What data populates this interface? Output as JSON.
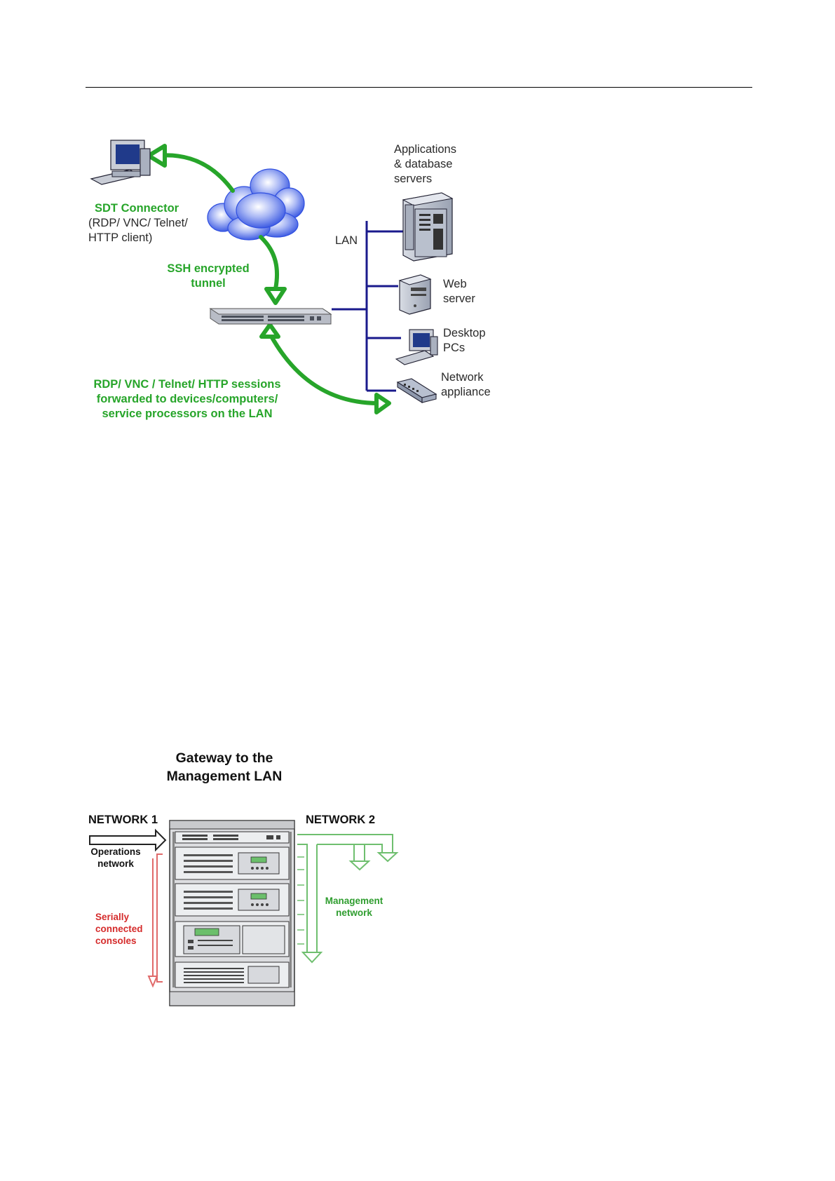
{
  "diagram1": {
    "labels": {
      "apps_servers": [
        "Applications",
        "& database",
        "servers"
      ],
      "sdt_connector_title": "SDT Connector",
      "sdt_connector_sub": [
        "(RDP/ VNC/ Telnet/",
        "HTTP client)"
      ],
      "lan": "LAN",
      "ssh_tunnel": [
        "SSH encrypted",
        "tunnel"
      ],
      "web_server": [
        "Web",
        "server"
      ],
      "desktop_pcs": [
        "Desktop",
        "PCs"
      ],
      "network_appliance": [
        "Network",
        "appliance"
      ],
      "sessions": [
        "RDP/ VNC / Telnet/ HTTP sessions",
        "forwarded to devices/computers/",
        "service processors on the LAN"
      ]
    }
  },
  "diagram2": {
    "title": [
      "Gateway to the",
      "Management LAN"
    ],
    "network1": "NETWORK 1",
    "network2": "NETWORK 2",
    "operations_network": [
      "Operations",
      "network"
    ],
    "serial_consoles": [
      "Serially",
      "connected",
      "consoles"
    ],
    "management_network": [
      "Management",
      "network"
    ]
  },
  "colors": {
    "green": "#27a52a",
    "lan_blue": "#1a1a8c",
    "red": "#d52b2b",
    "cloud_blue": "#3a5ce0"
  }
}
